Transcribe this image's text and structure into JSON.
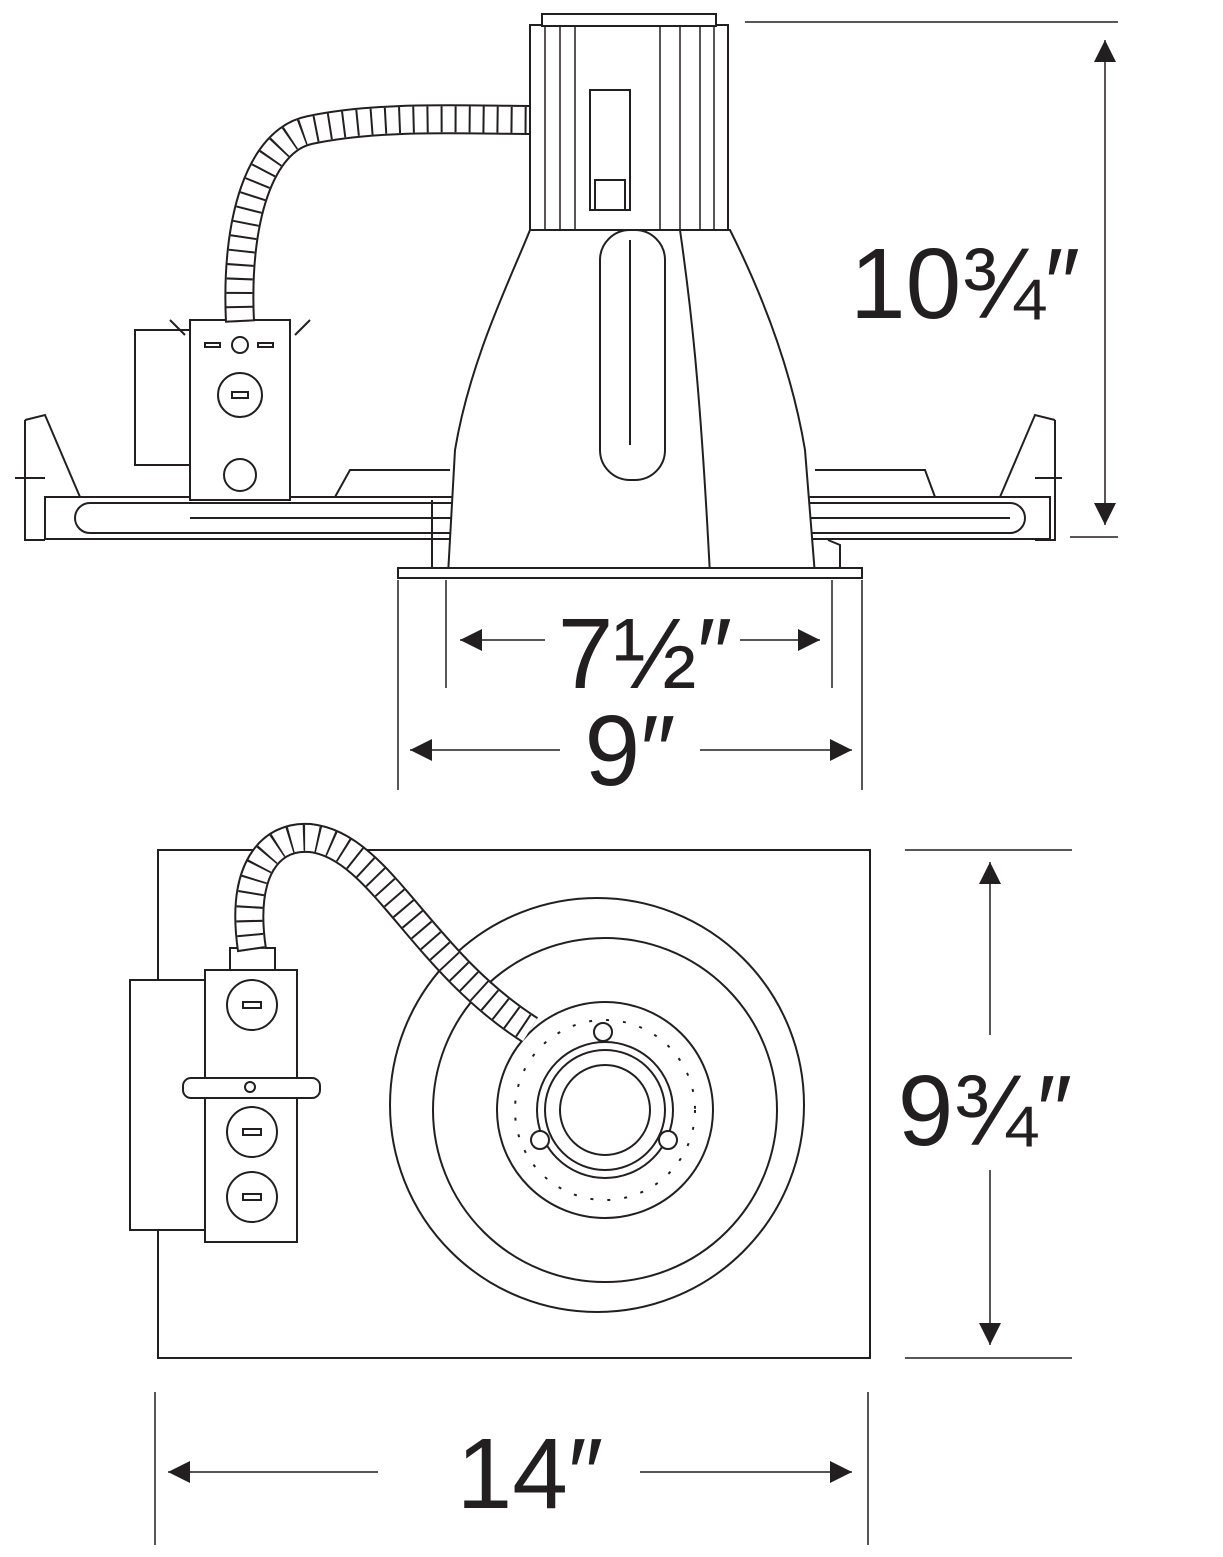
{
  "title": "Recessed downlight dimension drawing",
  "views": {
    "side": {
      "height_label": "10¾″",
      "aperture_label": "7½″",
      "flange_label": "9″"
    },
    "plan": {
      "depth_label": "9¾″",
      "width_label": "14″"
    }
  },
  "colors": {
    "line": "#231f20",
    "background": "#ffffff"
  }
}
